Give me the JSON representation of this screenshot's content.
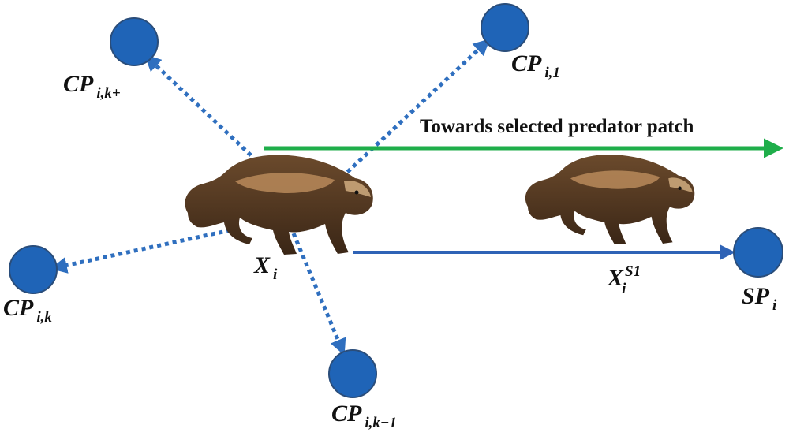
{
  "diagram": {
    "colors": {
      "node_fill": "#1f64b7",
      "node_stroke": "#2a4d7a",
      "dotted_arrow": "#2f6fbf",
      "green_arrow": "#1fae4a",
      "blue_arrow": "#2f63b6",
      "animal_body": "#5a3a22",
      "animal_band": "#b8895a",
      "text": "#111111"
    },
    "nodes": {
      "cp_k_plus": {
        "base": "CP",
        "sub": "i,k+"
      },
      "cp_1": {
        "base": "CP",
        "sub": "i,1"
      },
      "cp_k": {
        "base": "CP",
        "sub": "i,k"
      },
      "cp_k_minus_1": {
        "base": "CP",
        "sub": "i,k−1"
      },
      "sp": {
        "base": "SP",
        "sub": "i"
      }
    },
    "current_position": {
      "base": "X",
      "sub": "i"
    },
    "new_position": {
      "base": "X",
      "sub": "i",
      "sup": "S1"
    },
    "arrow_caption": "Towards selected predator patch",
    "icons": [
      "wolverine-icon",
      "wolverine-icon"
    ]
  }
}
